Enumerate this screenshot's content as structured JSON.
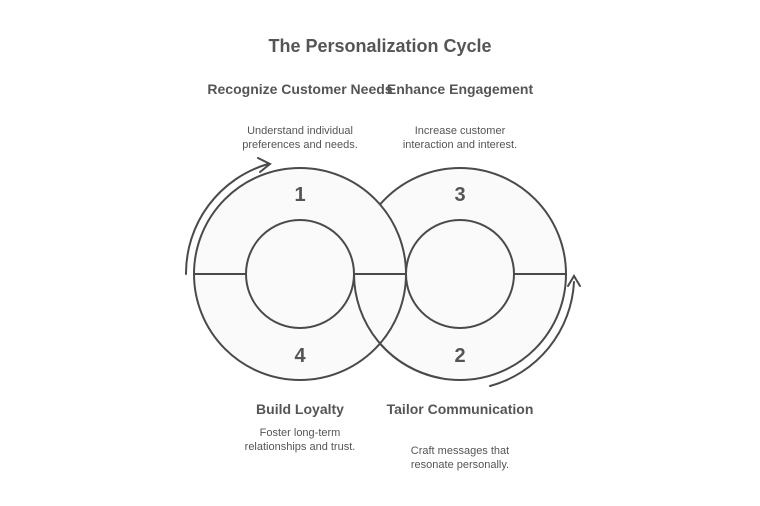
{
  "title": "The Personalization Cycle",
  "steps": [
    {
      "number": "1",
      "heading": "Recognize Customer Needs",
      "description": "Understand individual preferences and needs."
    },
    {
      "number": "2",
      "heading": "Tailor Communication",
      "description": "Craft messages that resonate personally."
    },
    {
      "number": "3",
      "heading": "Enhance Engagement",
      "description": "Increase customer interaction and interest."
    },
    {
      "number": "4",
      "heading": "Build Loyalty",
      "description": "Foster long-term relationships and trust."
    }
  ]
}
